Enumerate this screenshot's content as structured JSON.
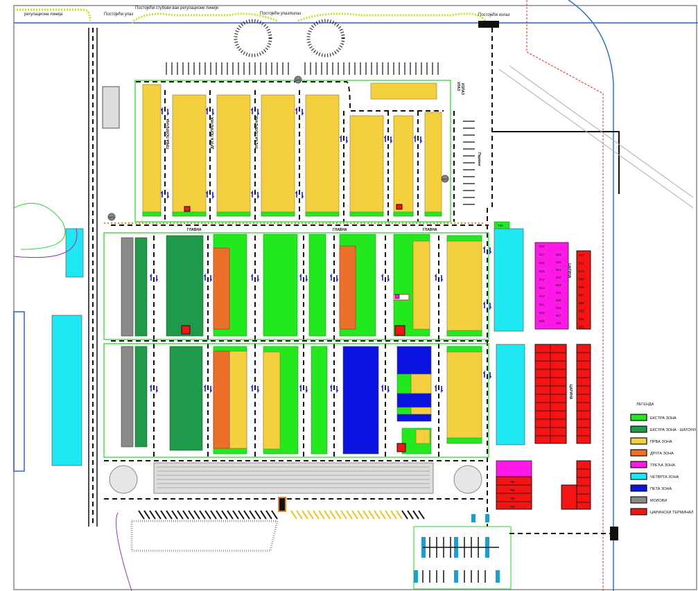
{
  "top_labels": {
    "regulation_line": "регулациона линија",
    "existing_entrance": "Постојећи улаз",
    "existing_poles": "Постојећи стубови ван регулационе линије",
    "existing_entrance_exit": "Постојећи улаз/излаз",
    "existing_exit": "Постојећи излаз"
  },
  "streets": {
    "main": "ГЛАВНА",
    "first_cross": "ПРВА ПОПРЕЧНА",
    "second_cross": "ДРУГА ПОПРЕЧНА",
    "third_cross": "ТРЕЋА ПОПРЕЧНА",
    "customs": "ЦАРИНА",
    "entrance": "УЛАЗ",
    "exit": "ИЗЛАЗ",
    "parking": "Паркинг"
  },
  "markers": [
    "М01",
    "М02",
    "М03"
  ],
  "stalls": {
    "green_top": "Т66",
    "magenta_left": [
      "818",
      "817",
      "816",
      "815",
      "814",
      "813",
      "812",
      "811",
      "810",
      "809"
    ],
    "magenta_right": [
      "819",
      "820",
      "821",
      "822",
      "823",
      "824",
      "825",
      "826",
      "827",
      "828"
    ],
    "red_column": [
      "872",
      "871",
      "870",
      "869",
      "868",
      "867",
      "866",
      "865",
      "864",
      "863"
    ],
    "red_bottom": [
      "786",
      "785",
      "784",
      "783"
    ]
  },
  "legend": {
    "title": "ЛЕГЕНДА",
    "items": [
      {
        "label": "ЕКСТРА ЗОНА",
        "color": "#22e81e"
      },
      {
        "label": "ЕКСТРА ЗОНА - ШАТОРИ",
        "color": "#1f9a4a"
      },
      {
        "label": "ПРВА ЗОНА",
        "color": "#f4d03f"
      },
      {
        "label": "ДРУГА ЗОНА",
        "color": "#ec6f2a"
      },
      {
        "label": "ТРЕЋА ЗОНА",
        "color": "#ff18e8"
      },
      {
        "label": "ЧЕТВРТА ЗОНА",
        "color": "#1ee8f4"
      },
      {
        "label": "ПЕТА ЗОНА",
        "color": "#0a14e0"
      },
      {
        "label": "МОЛОВИ",
        "color": "#8a8a8a"
      },
      {
        "label": "ЦАРИНСКИ ТЕРМИНАЛ",
        "color": "#f41414"
      }
    ]
  }
}
